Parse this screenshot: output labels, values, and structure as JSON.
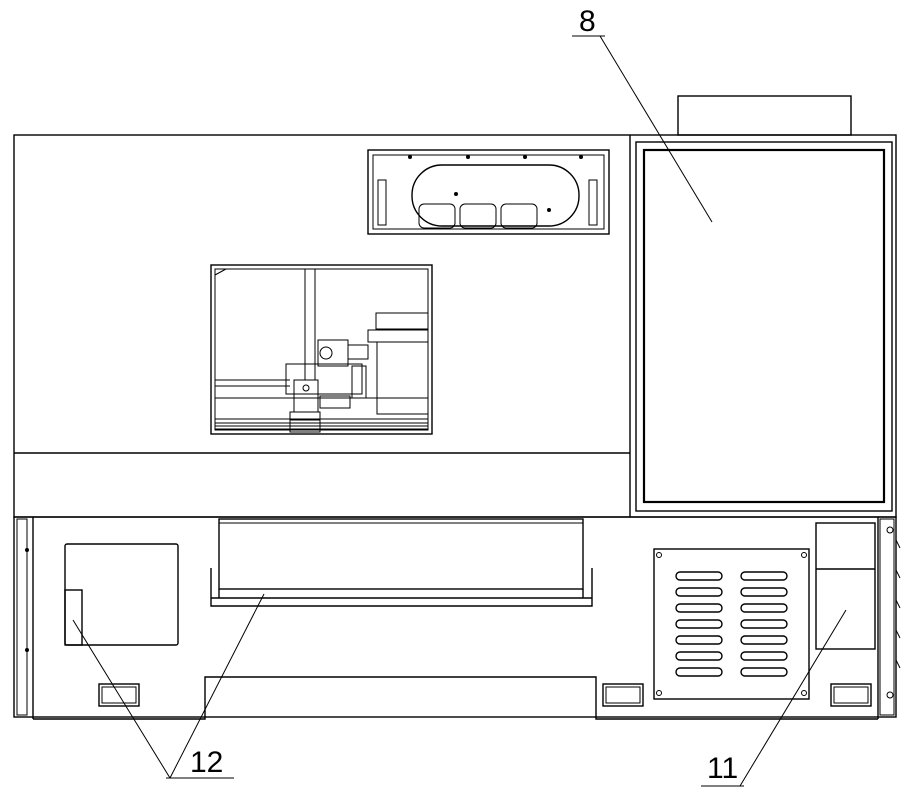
{
  "labels": {
    "panel": "8",
    "vent": "11",
    "base": "12"
  }
}
